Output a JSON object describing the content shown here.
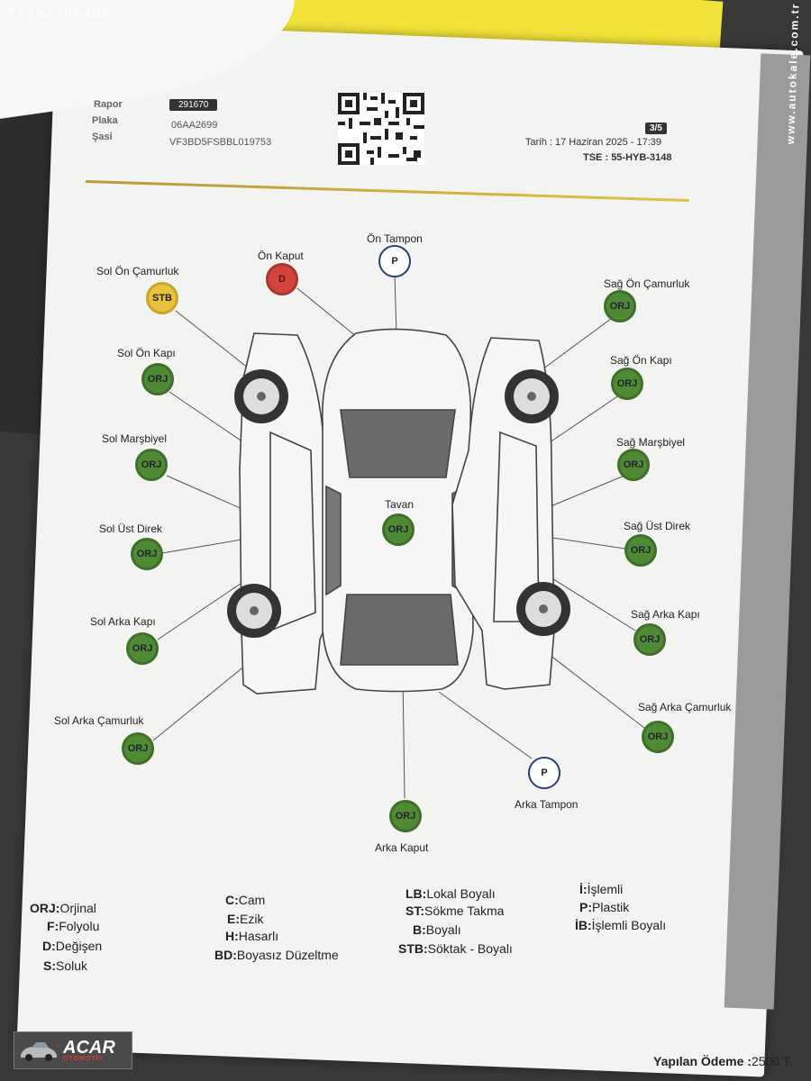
{
  "watermark_id": "#1252786484",
  "header": {
    "labels": [
      "Rapor",
      "Plaka",
      "Şasi"
    ],
    "report_no": "291670",
    "plate": "06AA2699",
    "chassis": "VF3BD5FSBBL019753",
    "page": "3/5",
    "date": "Tarih : 17 Haziran 2025 - 17:39",
    "tse_label": "TSE :",
    "tse_value": "55-HYB-3148"
  },
  "side_text": "www.autokale.com.tr",
  "parts": [
    {
      "name": "Ön Tampon",
      "code": "P",
      "status": "plastic"
    },
    {
      "name": "Ön Kaput",
      "code": "D",
      "status": "changed"
    },
    {
      "name": "Sol Ön Çamurluk",
      "code": "STB",
      "status": "removed-painted"
    },
    {
      "name": "Sağ Ön Çamurluk",
      "code": "ORJ",
      "status": "original"
    },
    {
      "name": "Sol Ön Kapı",
      "code": "ORJ",
      "status": "original"
    },
    {
      "name": "Sağ Ön Kapı",
      "code": "ORJ",
      "status": "original"
    },
    {
      "name": "Sol Marşbiyel",
      "code": "ORJ",
      "status": "original"
    },
    {
      "name": "Sağ Marşbiyel",
      "code": "ORJ",
      "status": "original"
    },
    {
      "name": "Tavan",
      "code": "ORJ",
      "status": "original"
    },
    {
      "name": "Sol Üst Direk",
      "code": "ORJ",
      "status": "original"
    },
    {
      "name": "Sağ Üst Direk",
      "code": "ORJ",
      "status": "original"
    },
    {
      "name": "Sol Arka Kapı",
      "code": "ORJ",
      "status": "original"
    },
    {
      "name": "Sağ Arka Kapı",
      "code": "ORJ",
      "status": "original"
    },
    {
      "name": "Sol Arka Çamurluk",
      "code": "ORJ",
      "status": "original"
    },
    {
      "name": "Sağ Arka Çamurluk",
      "code": "ORJ",
      "status": "original"
    },
    {
      "name": "Arka Tampon",
      "code": "P",
      "status": "plastic"
    },
    {
      "name": "Arka Kaput",
      "code": "ORJ",
      "status": "original"
    }
  ],
  "legend": {
    "col1": [
      {
        "k": "ORJ:",
        "v": "Orjinal"
      },
      {
        "k": "F:",
        "v": "Folyolu"
      },
      {
        "k": "D:",
        "v": "Değişen"
      },
      {
        "k": "S:",
        "v": "Soluk"
      }
    ],
    "col2": [
      {
        "k": "C:",
        "v": "Cam"
      },
      {
        "k": "E:",
        "v": "Ezik"
      },
      {
        "k": "H:",
        "v": "Hasarlı"
      },
      {
        "k": "BD:",
        "v": "Boyasız Düzeltme"
      }
    ],
    "col3": [
      {
        "k": "LB:",
        "v": "Lokal Boyalı"
      },
      {
        "k": "ST:",
        "v": "Sökme Takma"
      },
      {
        "k": "B:",
        "v": "Boyalı"
      },
      {
        "k": "STB:",
        "v": "Söktak - Boyalı"
      }
    ],
    "col4": [
      {
        "k": "İ:",
        "v": "İşlemli"
      },
      {
        "k": "P:",
        "v": "Plastik"
      },
      {
        "k": "İB:",
        "v": "İşlemli Boyalı"
      }
    ]
  },
  "footer": {
    "logo_main": "ACAR",
    "logo_sub": "OTOMOTİV",
    "payment_label": "Yapılan Ödeme :",
    "payment_value": "2500 T"
  },
  "colors": {
    "original": "#4f8a34",
    "stb": "#e8c23a",
    "changed": "#d2453c",
    "plastic": "#ffffff",
    "accent_line": "#c9a93f"
  }
}
